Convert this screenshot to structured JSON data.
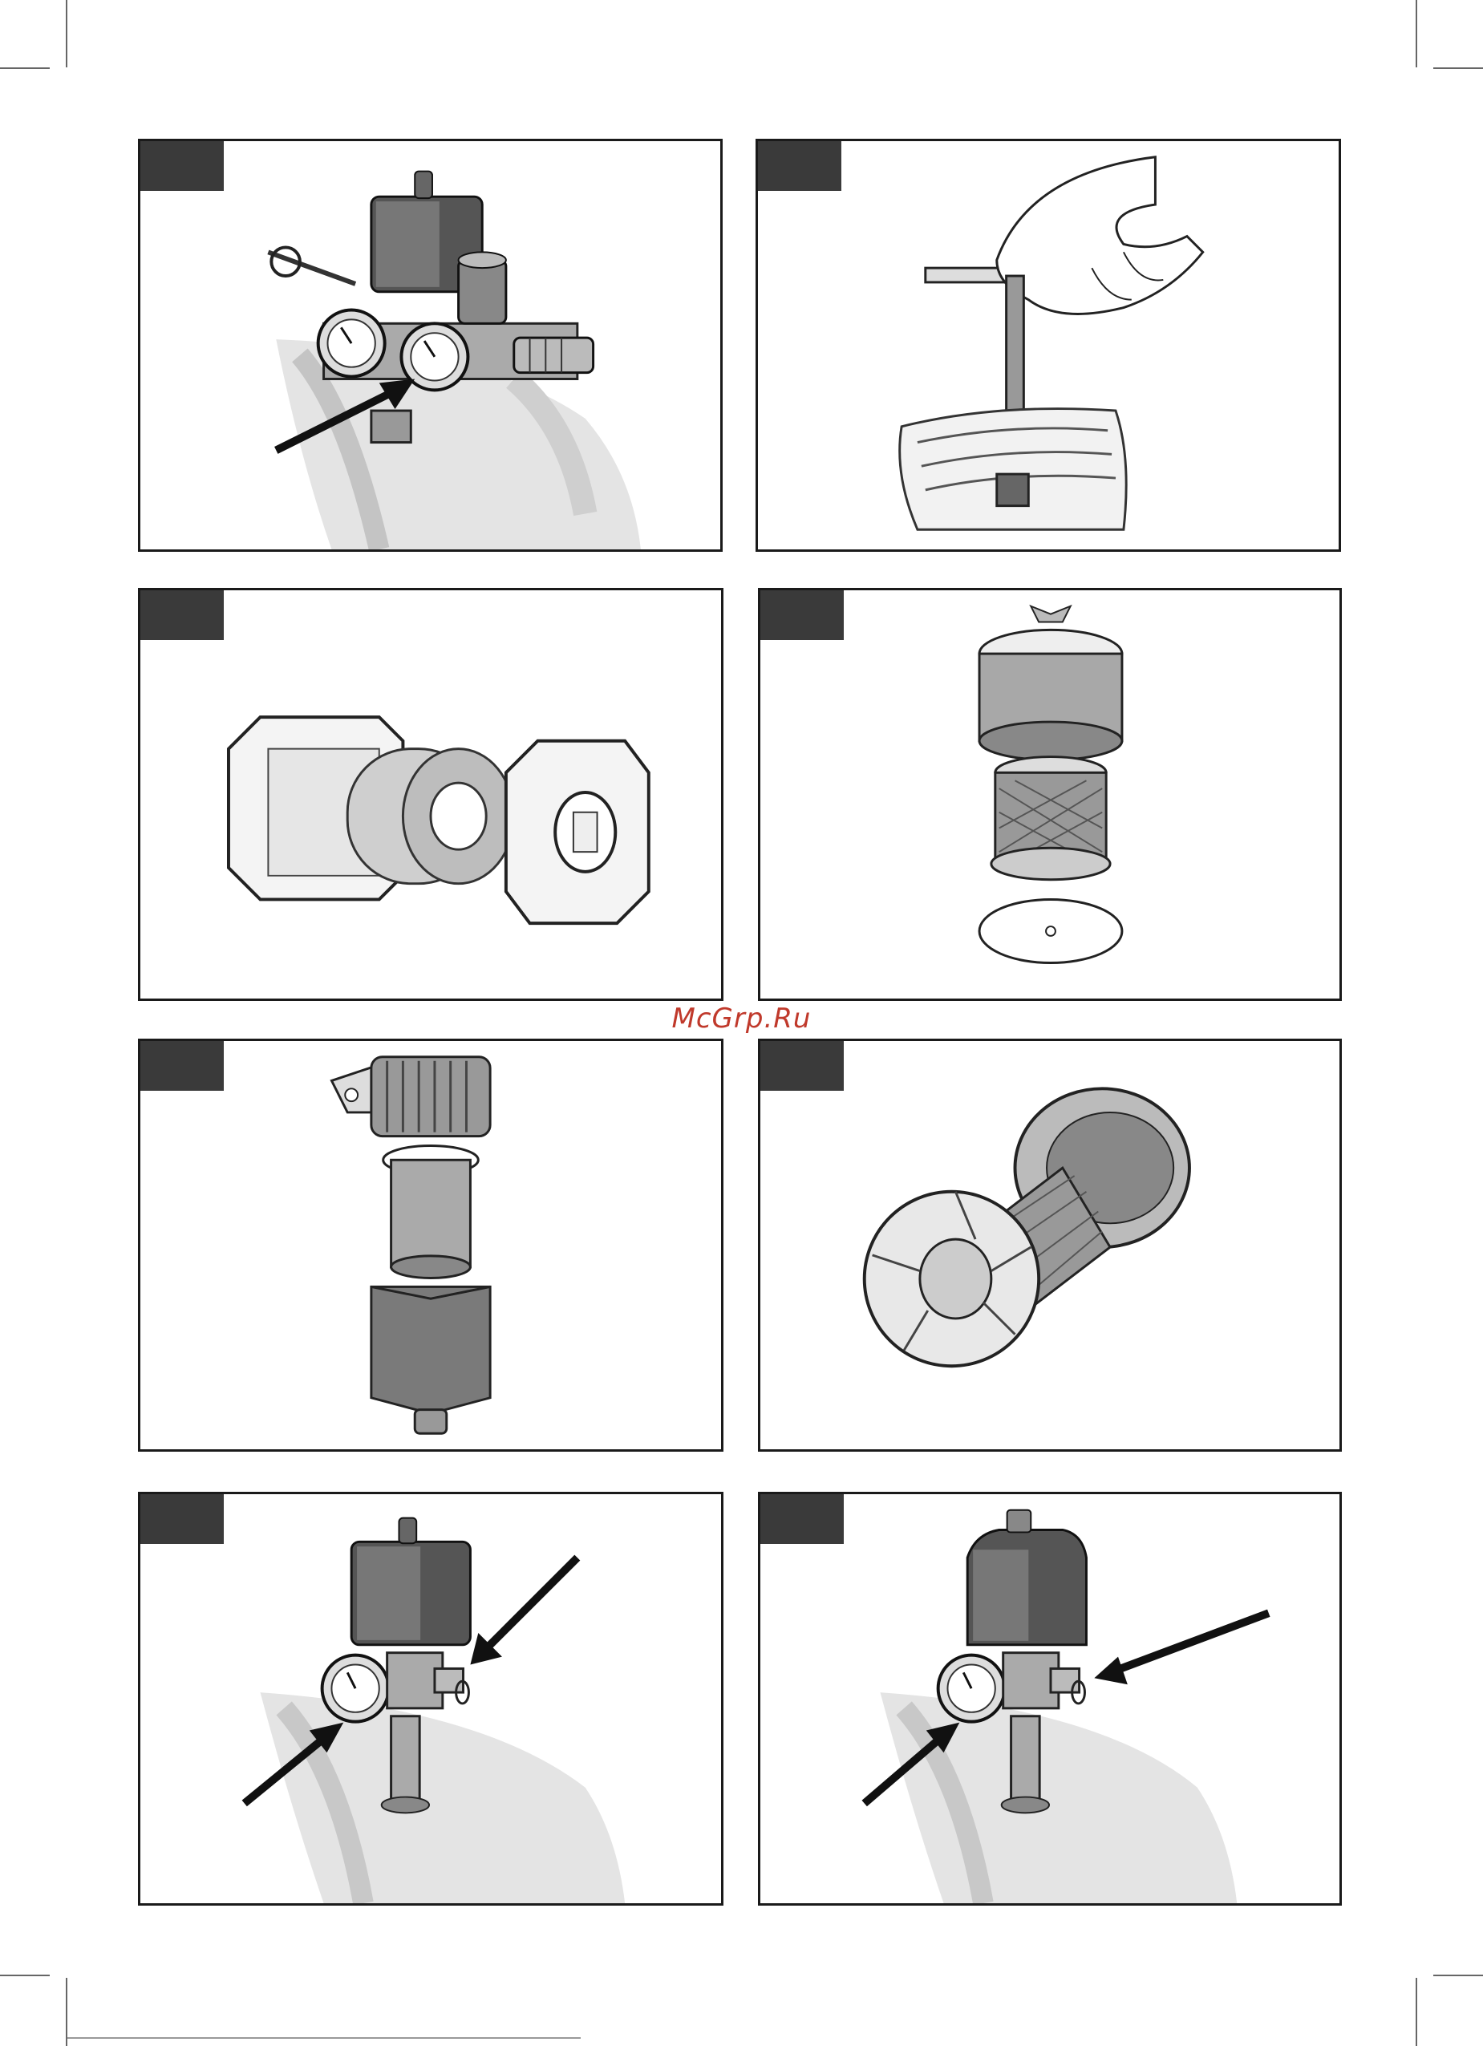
{
  "watermark": {
    "text": "McGrp.Ru",
    "color": "#c0392b"
  },
  "panels": [
    {
      "id": "1",
      "icon": "pressure-switch-gauges-icon"
    },
    {
      "id": "2",
      "icon": "hand-t-wrench-icon"
    },
    {
      "id": "3",
      "icon": "foam-air-filter-exploded-icon"
    },
    {
      "id": "4",
      "icon": "cylindrical-air-filter-exploded-icon"
    },
    {
      "id": "5",
      "icon": "finned-air-filter-exploded-icon"
    },
    {
      "id": "6",
      "icon": "mesh-air-filter-icon"
    },
    {
      "id": "7",
      "icon": "pressure-switch-arrows-icon"
    },
    {
      "id": "8",
      "icon": "pressure-switch-arrows-alt-icon"
    }
  ],
  "colors": {
    "frame": "#1a1a1a",
    "tab": "#3a3a3a",
    "shade": "#bdbdbd"
  }
}
